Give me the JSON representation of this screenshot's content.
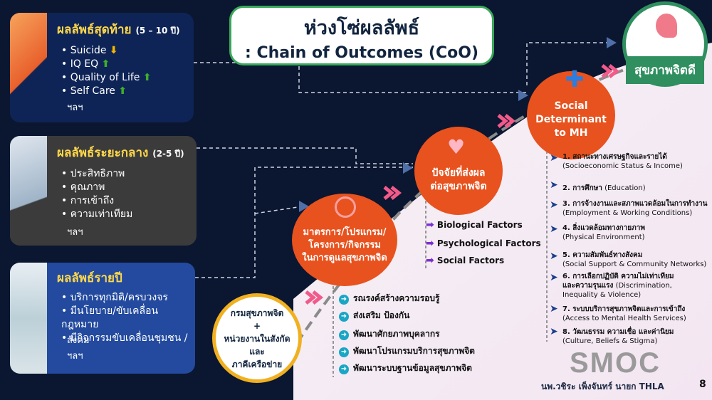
{
  "title": {
    "line1": "ห่วงโซ่ผลลัพธ์",
    "line2": ": Chain  of Outcomes (CoO)"
  },
  "panels": {
    "final": {
      "title": "ผลลัพธ์สุดท้าย",
      "period": "(5 – 10 ปี)",
      "items": [
        "Suicide",
        "IQ EQ",
        "Quality of Life",
        "Self Care"
      ],
      "etc": "ฯลฯ"
    },
    "intermediate": {
      "title": "ผลลัพธ์ระยะกลาง",
      "period": "(2-5 ปี)",
      "items": [
        "ประสิทธิภาพ",
        "คุณภาพ",
        "การเข้าถึง",
        "ความเท่าเทียม"
      ],
      "etc": "ฯลฯ"
    },
    "annual": {
      "title": "ผลลัพธ์รายปี",
      "items": [
        "บริการทุกมิติ/ครบวงจร",
        "มีนโยบาย/ขับเคลื่อนกฎหมาย",
        "มีกิจกรรมขับเคลื่อนชุมชน /"
      ],
      "item2_cont": "สังคม",
      "etc": "ฯลฯ"
    }
  },
  "circles": {
    "mental_health": "สุขภาพจิตดี",
    "social_determinant": [
      "Social",
      "Determinant",
      "to MH"
    ],
    "factors": [
      "ปัจจัยที่ส่งผล",
      "ต่อสุขภาพจิต"
    ],
    "programs": [
      "มาตรการ/โปรแกรม/",
      "โครงการ/กิจกรรม",
      "ในการดูแลสุขภาพจิต"
    ],
    "department": [
      "กรมสุขภาพจิต",
      "+",
      "หน่วยงานในสังกัด",
      "และ",
      "ภาคีเครือข่าย"
    ]
  },
  "factors": [
    "Biological Factors",
    "Psychological Factors",
    "Social Factors"
  ],
  "actions": [
    "รณรงค์สร้างความรอบรู้",
    "ส่งเสริม ป้องกัน",
    "พัฒนาศักยภาพบุคลากร",
    "พัฒนาโปรแกรมบริการสุขภาพจิต",
    "พัฒนาระบบฐานข้อมูลสุขภาพจิต"
  ],
  "sd_items": [
    {
      "th": "1. สถานะทางเศรษฐกิจและรายได้",
      "en": "(Socioeconomic Status & Income)"
    },
    {
      "th": "2. การศึกษา",
      "en": "(Education)"
    },
    {
      "th": "3. การจ้างงานและสภาพแวดล้อมในการทำงาน",
      "en": "(Employment & Working Conditions)"
    },
    {
      "th": "4. สิ่งแวดล้อมทางกายภาพ",
      "en": "(Physical Environment)"
    },
    {
      "th": "5. ความสัมพันธ์ทางสังคม",
      "en": "(Social Support & Community Networks)"
    },
    {
      "th1": "6. การเลือกปฏิบัติ ความไม่เท่าเทียม",
      "th2": "และความรุนแรง",
      "en1": "(Discrimination,",
      "en2": "Inequality & Violence)"
    },
    {
      "th": "7. ระบบบริการสุขภาพจิตและการเข้าถึง",
      "en": "(Access to Mental Health Services)"
    },
    {
      "th": "8. วัฒนธรรม ความเชื่อ และค่านิยม",
      "en": "(Culture, Beliefs & Stigma)"
    }
  ],
  "footer": {
    "logo": "SMOC",
    "author": "นพ.วชิระ  เพ็งจันทร์ นายก THLA",
    "page": "8"
  }
}
